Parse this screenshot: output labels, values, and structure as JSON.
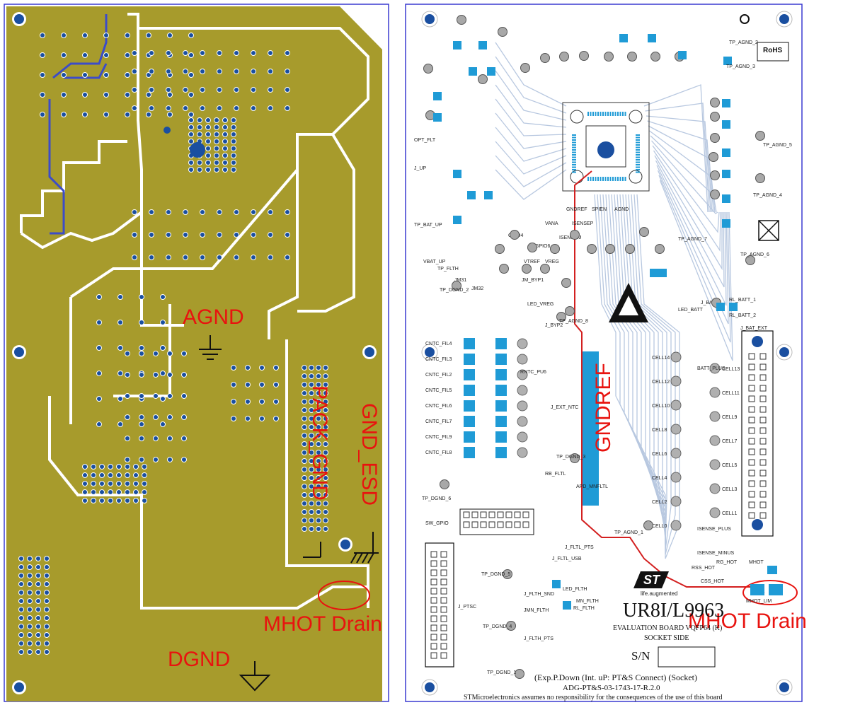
{
  "left_board": {
    "labels": {
      "agnd": "AGND",
      "pack_gnd": "PACK_GND",
      "gnd_esd": "GND_ESD",
      "mhot_drain": "MHOT Drain",
      "dgnd": "DGND"
    }
  },
  "right_board": {
    "labels": {
      "gndref": "GNDREF",
      "mhot_drain": "MHOT Drain",
      "board_name": "UR8I/L9963",
      "board_sub": "EVALUATION BOARD VQFP64 (K)",
      "socket_side": "SOCKET SIDE",
      "sn": "S/N",
      "footer1": "(Exp.P.Down (Int. uP: PT&S Connect) (Socket)",
      "footer2": "ADG-PT&S-03-1743-17-R.2.0",
      "footer3": "STMicroelectronics assumes no responsibility for the consequences of the use of this board",
      "logo_tagline": "life.augmented",
      "rohs": "RoHS",
      "sw_gpio": "SW_GPIO",
      "j_ptsc": "J_PTSC",
      "j_bat_ext": "J_BAT_EXT",
      "isense_plus": "ISENSE_PLUS",
      "isense_minus": "ISENSE_MINUS",
      "batt_plus": "BATT_PLUS",
      "mhot": "MHOT",
      "mhot_lim": "MHOT_LIM"
    },
    "cell_labels": [
      "CELL14",
      "CELL13",
      "CELL12",
      "CELL11",
      "CELL10",
      "CELL9",
      "CELL8",
      "CELL7",
      "CELL6",
      "CELL5",
      "CELL4",
      "CELL3",
      "CELL2",
      "CELL1",
      "CELL0"
    ],
    "ntc_labels": [
      "CNTC_FIL4",
      "CNTC_FIL3",
      "CNTC_FIL2",
      "CNTC_FIL5",
      "CNTC_FIL6",
      "CNTC_FIL7",
      "CNTC_FIL9",
      "CNTC_FIL8"
    ],
    "tp_labels": [
      "TP_AGND_2",
      "TP_AGND_3",
      "TP_AGND_5",
      "TP_AGND_4",
      "TP_AGND_7",
      "TP_AGND_6",
      "TP_DGND_2",
      "TP_DGND_6",
      "TP_DGND_5",
      "TP_DGND_4",
      "TP_DGND_1",
      "TP_DGND_3",
      "TP_AGND_8",
      "TP_AGND_1"
    ],
    "misc_labels": [
      "OPT_FLT",
      "J_UP",
      "TP_BAT_UP",
      "VBAT_UP",
      "TP_FLTH",
      "JM31",
      "JM32",
      "JM_BYP1",
      "LED_VREG",
      "J_BYP2",
      "LED_BATT",
      "J_BATT",
      "RL_BATT_1",
      "RL_BATT_2",
      "GPIO4",
      "GPIO6",
      "VTREF",
      "VREG",
      "ISENSEM",
      "ISENSEP",
      "AGND",
      "VANA",
      "GNDREF",
      "SPIEN",
      "RNTC_PU6",
      "J_EXT_NTC",
      "RB_FLTL",
      "APD_MNFLTL",
      "J_FLTL_PTS",
      "J_FLTL_USB",
      "LED_FLTH",
      "RL_FLTH",
      "MN_FLTH",
      "J_FLTH_SND",
      "JMN_FLTH",
      "J_FLTH_PTS",
      "RG_HOT",
      "RSS_HOT",
      "CSS_HOT"
    ]
  }
}
